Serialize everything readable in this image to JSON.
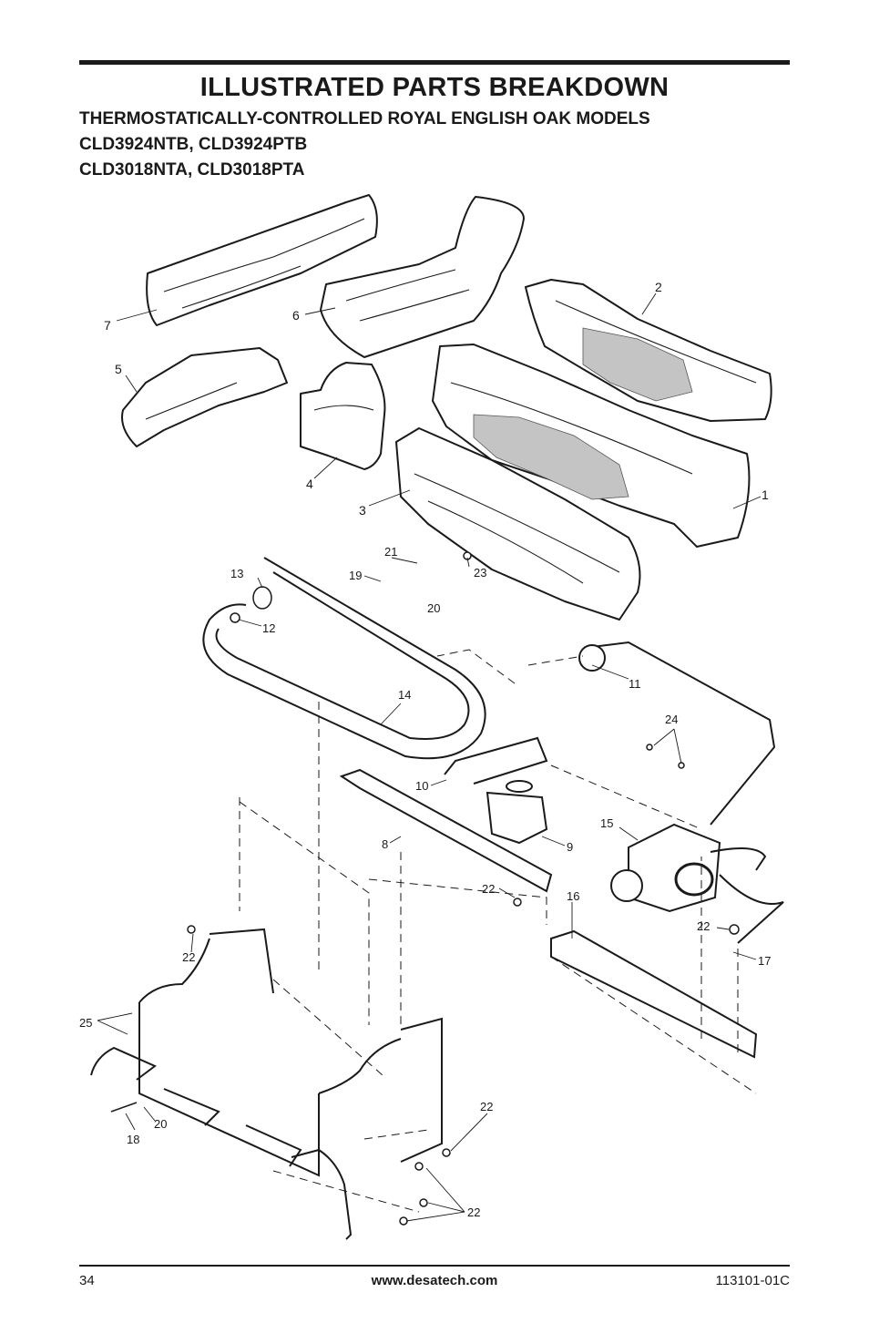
{
  "header": {
    "title": "ILLUSTRATED PARTS BREAKDOWN",
    "subtitle_line1": "THERMOSTATICALLY-CONTROLLED ROYAL ENGLISH OAK MODELS",
    "subtitle_line2": "CLD3924NTB, CLD3924PTB",
    "subtitle_line3": "CLD3018NTA, CLD3018PTA"
  },
  "callouts": {
    "n1": "1",
    "n2": "2",
    "n3": "3",
    "n4": "4",
    "n5": "5",
    "n6": "6",
    "n7": "7",
    "n8": "8",
    "n9": "9",
    "n10": "10",
    "n11": "11",
    "n12": "12",
    "n13": "13",
    "n14": "14",
    "n15": "15",
    "n16": "16",
    "n17": "17",
    "n18": "18",
    "n19": "19",
    "n20": "20",
    "n21": "21",
    "n22": "22",
    "n23": "23",
    "n24": "24",
    "n25": "25"
  },
  "footer": {
    "page_number": "34",
    "website": "www.desatech.com",
    "doc_number": "113101-01C"
  }
}
